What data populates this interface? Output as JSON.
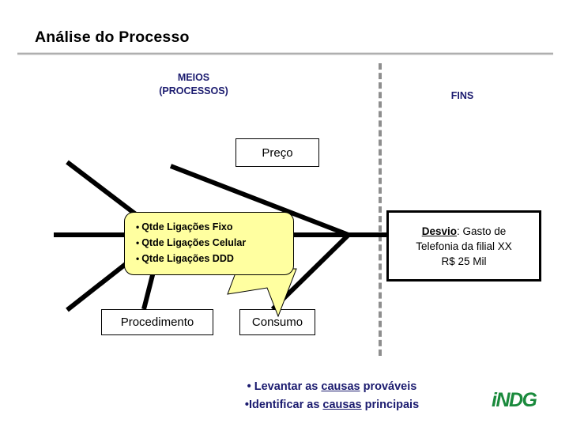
{
  "slide": {
    "title": "Análise do Processo",
    "headers": {
      "left_line1": "MEIOS",
      "left_line2": "(PROCESSOS)",
      "right": "FINS"
    },
    "diagram": {
      "type": "fishbone",
      "categories": [
        {
          "id": "preco",
          "label": "Preço"
        },
        {
          "id": "procedimento",
          "label": "Procedimento"
        },
        {
          "id": "consumo",
          "label": "Consumo"
        }
      ],
      "effect_box": {
        "lead": "Desvio",
        "lead_suffix": ": Gasto de",
        "line2": "Telefonia da filial XX",
        "line3": "R$ 25 Mil"
      },
      "callout": {
        "bullet": "•",
        "items": [
          "Qtde Ligações Fixo",
          "Qtde Ligações Celular",
          "Qtde Ligações DDD"
        ],
        "fill_color": "#FFFFA0"
      }
    },
    "footer_bullets": [
      {
        "bullet": "•",
        "pre": "Levantar as ",
        "emphasis": "causas",
        "post": " prováveis"
      },
      {
        "bullet": "•",
        "pre": "Identificar as ",
        "emphasis": "causas",
        "post": " principais"
      }
    ],
    "logo": "iNDG",
    "colors": {
      "heading_blue": "#1B1B6F",
      "logo_green": "#1A8A3C",
      "callout_yellow": "#FFFFA0",
      "divider_gray": "#8E8E8E"
    }
  }
}
